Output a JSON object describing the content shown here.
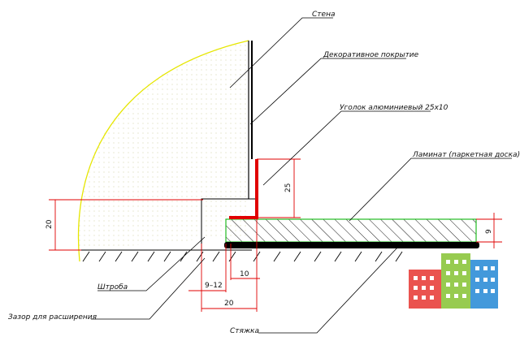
{
  "labels": {
    "wall": "Стена",
    "decor": "Декоративное покрытие",
    "corner": "Уголок алюминиевый 25х10",
    "laminate": "Ламинат (паркетная доска)",
    "groove": "Штроба",
    "gap": "Зазор для расширения",
    "screed": "Стяжка"
  },
  "dimensions": {
    "d20_left": "20",
    "d25": "25",
    "d9": "9",
    "d9_12": "9–12",
    "d10": "10",
    "d20_bottom": "20"
  },
  "colors": {
    "dim_line": "#e00000",
    "wall_outline": "#e6e600",
    "corner": "#e00000",
    "laminate_outline": "#22bb22",
    "screed": "#000000",
    "hatch": "#000000",
    "logo_red": "#e8413c",
    "logo_green": "#8cc63e",
    "logo_blue": "#2f8fd8"
  }
}
